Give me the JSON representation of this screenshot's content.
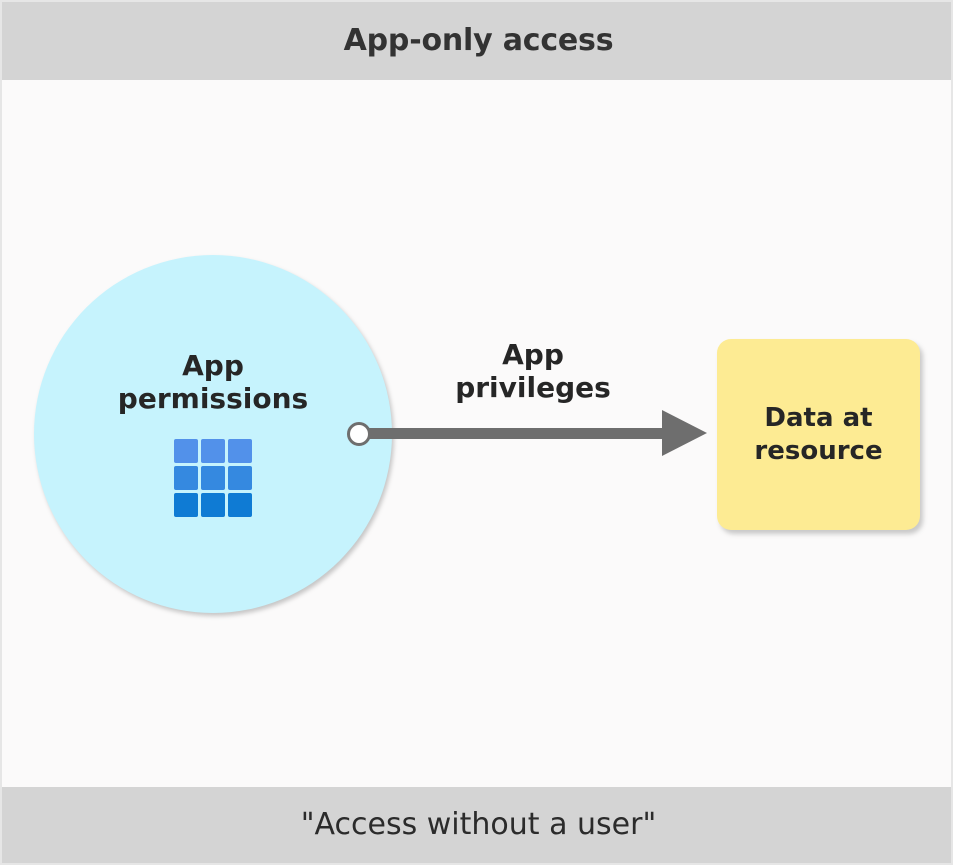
{
  "figure": {
    "header": {
      "title": "App-only access",
      "background_color": "#d4d4d4",
      "text_color": "#333333"
    },
    "footer": {
      "caption": "\"Access without a user\"",
      "background_color": "#d4d4d4",
      "text_color": "#2b2b2b"
    },
    "canvas": {
      "background_color": "#fbfafa"
    }
  },
  "nodes": {
    "app_permissions": {
      "label_line_1": "App",
      "label_line_2": "permissions",
      "shape": "circle",
      "fill_color": "#c6f3fd",
      "icon": "grid-3x3-icon",
      "icon_colors": [
        "#5291ea",
        "#3589e0",
        "#0f7bd4"
      ]
    },
    "resource": {
      "label_line_1": "Data at",
      "label_line_2": "resource",
      "shape": "rounded-rectangle",
      "fill_color": "#fdeb93"
    }
  },
  "connector": {
    "label_line_1": "App",
    "label_line_2": "privileges",
    "color": "#6e6e6e",
    "endpoint_marker": "circle",
    "arrow_direction": "right"
  }
}
